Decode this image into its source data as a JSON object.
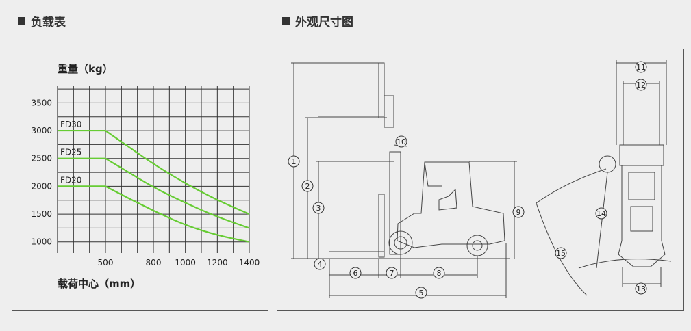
{
  "load_table": {
    "section_title": "负载表",
    "weight_label": "重量（kg）",
    "center_label": "载荷中心（mm）"
  },
  "dimension_drawing": {
    "section_title": "外观尺寸图",
    "callouts": [
      "1",
      "2",
      "3",
      "4",
      "5",
      "6",
      "7",
      "8",
      "9",
      "10",
      "11",
      "12",
      "13",
      "14",
      "15"
    ]
  },
  "colors": {
    "curve": "#66cc33",
    "grid": "#333333",
    "line": "#444444"
  },
  "chart_data": {
    "type": "line",
    "xlabel": "载荷中心（mm）",
    "ylabel": "重量（kg）",
    "x_tick_labels": [
      "500",
      "800",
      "1000",
      "1200",
      "1400"
    ],
    "x_ticks": [
      500,
      800,
      1000,
      1200,
      1400
    ],
    "y_ticks": [
      1000,
      1500,
      2000,
      2500,
      3000,
      3500
    ],
    "xlim": [
      200,
      1400
    ],
    "ylim": [
      800,
      3800
    ],
    "grid": true,
    "series": [
      {
        "name": "FD30",
        "x": [
          200,
          500,
          600,
          800,
          1000,
          1200,
          1400
        ],
        "y": [
          3000,
          3000,
          2800,
          2400,
          2050,
          1750,
          1500
        ]
      },
      {
        "name": "FD25",
        "x": [
          200,
          500,
          600,
          800,
          1000,
          1200,
          1400
        ],
        "y": [
          2500,
          2500,
          2330,
          1980,
          1700,
          1450,
          1250
        ]
      },
      {
        "name": "FD20",
        "x": [
          200,
          500,
          600,
          800,
          1000,
          1200,
          1400
        ],
        "y": [
          2000,
          2000,
          1850,
          1560,
          1300,
          1120,
          1000
        ]
      }
    ]
  }
}
